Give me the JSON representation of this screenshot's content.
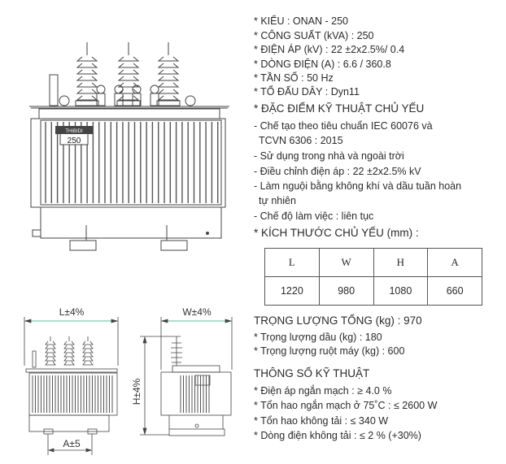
{
  "specs": {
    "kieu": "* KIỂU : ONAN - 250",
    "cong_suat": "* CÔNG SUẤT (kVA) :  250",
    "dien_ap": "* ĐIỆN ÁP (kV) : 22 ±2x2.5%/ 0.4",
    "dong_dien": "* DÒNG ĐIỆN (A) : 6.6 / 360.8",
    "tan_so": "* TẦN SỐ : 50 Hz",
    "to_dau_day": "* TỔ ĐẤU DÂY :  Dyn11",
    "dac_diem_title": "* ĐẶC ĐIỂM KỸ THUẬT CHỦ YẾU",
    "dac_diem": [
      "- Chế tạo theo tiêu chuẩn IEC 60076 và",
      "TCVN 6306 : 2015",
      "- Sử dụng trong nhà và ngoài trời",
      "- Điều chỉnh điện áp :  22 ±2x2.5% kV",
      "- Làm nguội bằng không khí và dầu tuần hoàn",
      "tự nhiên",
      "- Chế độ làm việc : liên tục"
    ],
    "kich_thuoc_title": "* KÍCH THƯỚC CHỦ YẾU (mm) :"
  },
  "dimensions_table": {
    "headers": [
      "L",
      "W",
      "H",
      "A"
    ],
    "values": [
      "1220",
      "980",
      "1080",
      "660"
    ]
  },
  "weight": {
    "total": "TRỌNG LƯỢNG TỔNG (kg) : 970",
    "oil": "* Trọng lượng dầu (kg) : 180",
    "core": "* Trọng lượng ruột máy (kg) : 600"
  },
  "technical": {
    "title": "THÔNG SỐ KỸ THUẬT",
    "items": [
      "* Điện áp ngắn mạch :  ≥ 4.0 %",
      "* Tổn hao ngắn mạch ở 75˚C : ≤ 2600 W",
      "* Tổn hao không tải :  ≤ 340 W",
      "* Dòng điện không tải :  ≤ 2 % (+30%)"
    ]
  },
  "drawing": {
    "logo_text": "THIBIDI",
    "rating_plate": "250",
    "dim_L": "L±4%",
    "dim_W": "W±4%",
    "dim_H": "H±4%",
    "dim_A": "A±5"
  }
}
